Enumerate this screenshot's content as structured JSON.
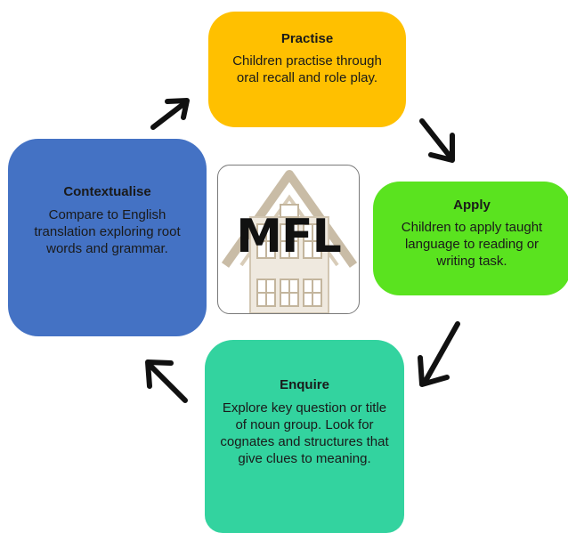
{
  "cycle": {
    "practise": {
      "title": "Practise",
      "description": "Children practise through oral recall and role play.",
      "color": "#FFC000"
    },
    "apply": {
      "title": "Apply",
      "description": "Children to apply taught language to reading or writing task.",
      "color": "#5AE31F"
    },
    "enquire": {
      "title": "Enquire",
      "description": "Explore key question or title of noun group. Look for cognates and structures that give clues to meaning.",
      "color": "#33D39F"
    },
    "contextualise": {
      "title": "Contextualise",
      "description": "Compare to English translation exploring root words and grammar.",
      "color": "#4472C4"
    }
  },
  "logo": {
    "text": "MFL",
    "icon": "school-building-icon"
  },
  "arrow_color": "#111111"
}
